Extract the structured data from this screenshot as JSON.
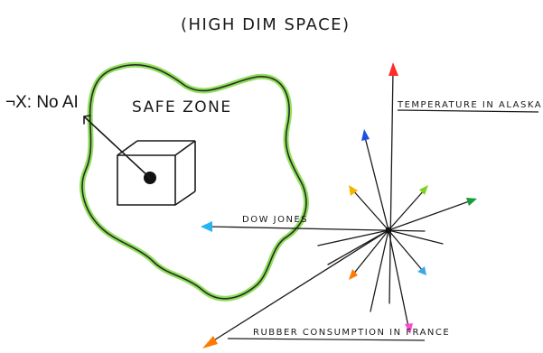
{
  "title": "(HIGH DIM SPACE)",
  "safe_zone_label": "SAFE ZONE",
  "no_ai_label": "¬X: No AI",
  "axes": {
    "temperature": "TEMPERATURE IN ALASKA",
    "dow_jones": "DOW JONES",
    "rubber": "RUBBER CONSUMPTION IN FRANCE"
  },
  "colors": {
    "safe_zone_glow": "#8fe05a",
    "ink": "#1a1a1a",
    "arrow_red": "#ff2a2a",
    "arrow_blue": "#1f4fe0",
    "arrow_yellow": "#f5b400",
    "arrow_green": "#7ed321",
    "arrow_darkgreen": "#1a9a3a",
    "arrow_cyan": "#27b4f0",
    "arrow_orange": "#ff7a00",
    "arrow_pink": "#ff4ad2",
    "arrow_sky": "#3aa8e8"
  }
}
